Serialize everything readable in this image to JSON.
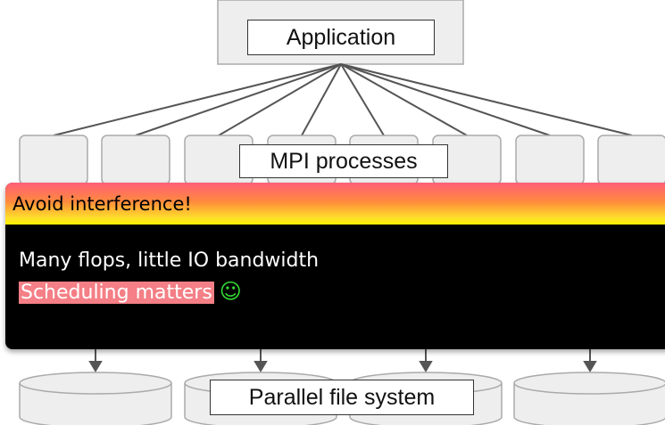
{
  "diagram": {
    "application_label": "Application",
    "mpi_label": "MPI processes",
    "filesystem_label": "Parallel file system"
  },
  "alert": {
    "title": "Avoid interference!",
    "line1": "Many flops, little IO bandwidth",
    "line2": "Scheduling matters",
    "emoji_icon": "smiley-icon",
    "emoji_glyph": "☺"
  },
  "colors": {
    "alert_background": "#000000",
    "title_gradient_top": "#ff5f78",
    "title_gradient_bottom": "#fff200",
    "highlight": "#f47f86",
    "smiley": "#33dd33",
    "box_fill": "#eeeeee",
    "box_stroke": "#aaaaaa"
  }
}
